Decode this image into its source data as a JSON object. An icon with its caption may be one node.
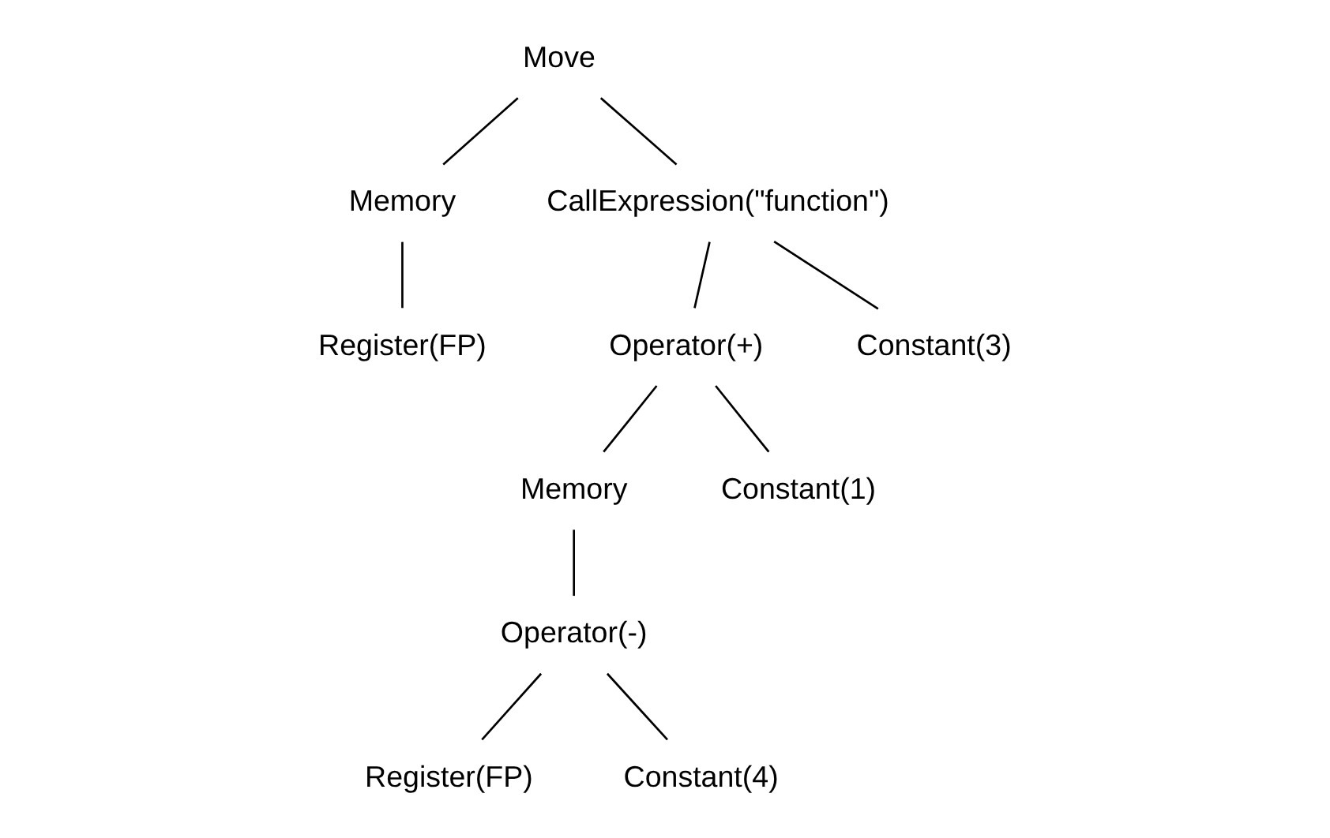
{
  "diagram": {
    "nodes": [
      {
        "text": [
          "Move"
        ]
      },
      {
        "text": [
          "Memory"
        ]
      },
      {
        "text": [
          "CallExpression(\"function\")"
        ]
      },
      {
        "text": [
          "Register(FP)"
        ]
      },
      {
        "text": [
          "Operator(+)"
        ]
      },
      {
        "text": [
          "Constant(3)"
        ]
      },
      {
        "text": [
          "Memory"
        ]
      },
      {
        "text": [
          "Constant(1)"
        ]
      },
      {
        "text": [
          "Operator(-)"
        ]
      },
      {
        "text": [
          "Register(FP)"
        ]
      },
      {
        "text": [
          "Constant(4)"
        ]
      }
    ],
    "edges": [
      {
        "from": 0,
        "to": 1,
        "arrow": "none"
      },
      {
        "from": 0,
        "to": 2,
        "arrow": "none"
      },
      {
        "from": 1,
        "to": 3,
        "arrow": "none"
      },
      {
        "from": 2,
        "to": 4,
        "arrow": "none"
      },
      {
        "from": 2,
        "to": 5,
        "arrow": "none"
      },
      {
        "from": 4,
        "to": 6,
        "arrow": "none"
      },
      {
        "from": 4,
        "to": 7,
        "arrow": "none"
      },
      {
        "from": 6,
        "to": 8,
        "arrow": "none"
      },
      {
        "from": 8,
        "to": 9,
        "arrow": "none"
      },
      {
        "from": 8,
        "to": 10,
        "arrow": "none"
      }
    ]
  }
}
